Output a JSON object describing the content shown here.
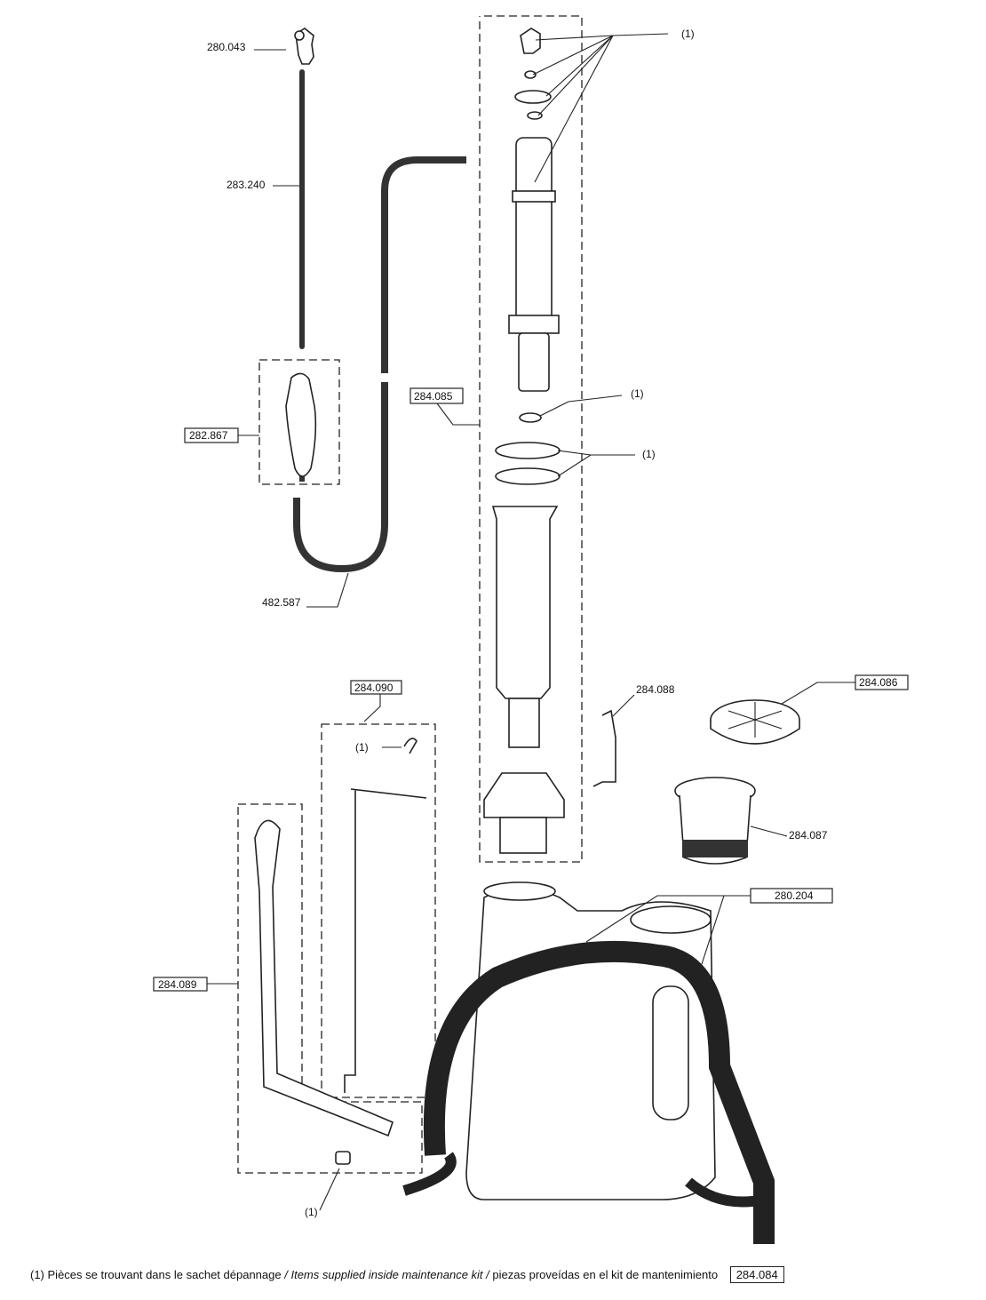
{
  "title": "Exploded parts diagram - backpack sprayer",
  "labels": {
    "nozzle": "280.043",
    "lance": "283.240",
    "handle_valve": "282.867",
    "hose": "482.587",
    "pump_assembly": "284.085",
    "pump_lever": "284.090",
    "bracket": "284.088",
    "tank_cap": "284.086",
    "filter_basket": "284.087",
    "tank_strap": "280.204",
    "lever_handle": "284.089",
    "kit_ref_1": "(1)",
    "kit_ref_2": "(1)",
    "kit_ref_3": "(1)",
    "kit_ref_4": "(1)",
    "kit_ref_5": "(1)"
  },
  "footer": {
    "marker": "(1)",
    "text_fr": "Pièces se trouvant dans le sachet dépannage",
    "sep1": "/",
    "text_en": "Items supplied inside maintenance kit",
    "sep2": "/",
    "text_es": "piezas proveídas en el kit de mantenimiento",
    "kit_number": "284.084"
  }
}
